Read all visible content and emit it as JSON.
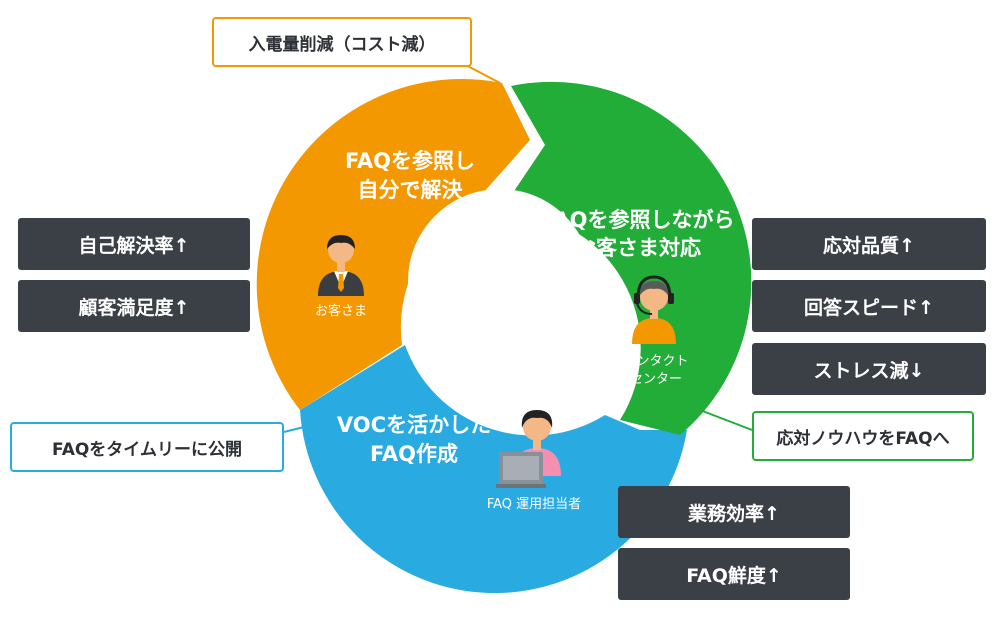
{
  "colors": {
    "orange": "#f39800",
    "green": "#22ac38",
    "blue": "#29abe2",
    "dark_box": "#3b4046",
    "text_dark": "#2d3136",
    "white": "#ffffff"
  },
  "segments": {
    "customer": {
      "title_line1": "FAQを参照し",
      "title_line2": "自分で解決",
      "role": "お客さま",
      "icon": "businessman-icon"
    },
    "contact_center": {
      "title_line1": "FAQを参照しながら",
      "title_line2": "お客さま対応",
      "role_line1": "コンタクト",
      "role_line2": "センター",
      "icon": "operator-headset-icon"
    },
    "faq_operator": {
      "title_line1": "VOCを活かした",
      "title_line2": "FAQ作成",
      "role": "FAQ 運用担当者",
      "icon": "person-at-computer-icon"
    }
  },
  "callouts": {
    "energy": "入電量削減（コスト減）",
    "faq_publish": "FAQをタイムリーに公開",
    "knowhow": "応対ノウハウをFAQへ"
  },
  "benefits": {
    "customer": [
      "自己解決率↑",
      "顧客満足度↑"
    ],
    "contact_center": [
      "応対品質↑",
      "回答スピード↑",
      "ストレス減↓"
    ],
    "faq_operator": [
      "業務効率↑",
      "FAQ鮮度↑"
    ]
  }
}
